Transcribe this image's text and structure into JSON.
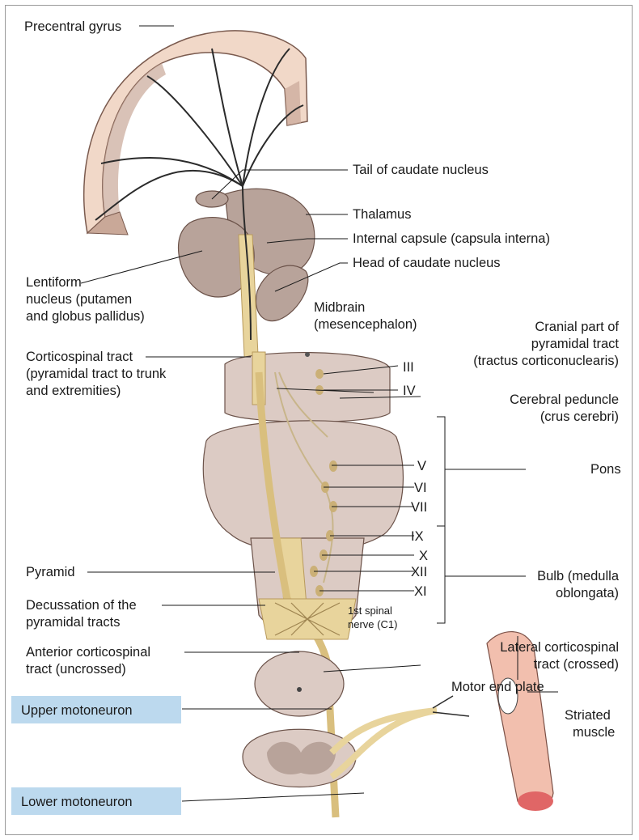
{
  "labels": {
    "precentral_gyrus": "Precentral gyrus",
    "tail_caudate": "Tail of caudate nucleus",
    "thalamus": "Thalamus",
    "internal_capsule": "Internal capsule (capsula interna)",
    "head_caudate": "Head of caudate nucleus",
    "lentiform": [
      "Lentiform",
      "nucleus (putamen",
      "and globus pallidus)"
    ],
    "midbrain": [
      "Midbrain",
      "(mesencephalon)"
    ],
    "cranial_part": [
      "Cranial part of",
      "pyramidal tract",
      "(tractus corticonuclearis)"
    ],
    "corticospinal": [
      "Corticospinal tract",
      "(pyramidal tract to trunk",
      "and extremities)"
    ],
    "cerebral_peduncle": [
      "Cerebral peduncle",
      "(crus cerebri)"
    ],
    "pons": "Pons",
    "pyramid": "Pyramid",
    "bulb": [
      "Bulb (medulla",
      "oblongata)"
    ],
    "decussation": [
      "Decussation of the",
      "pyramidal tracts"
    ],
    "first_spinal": [
      "1st spinal",
      "nerve (C1)"
    ],
    "anterior_cst": [
      "Anterior corticospinal",
      "tract (uncrossed)"
    ],
    "lateral_cst": [
      "Lateral corticospinal",
      "tract (crossed)"
    ],
    "motor_end_plate": "Motor end plate",
    "striated_muscle": [
      "Striated",
      "muscle"
    ],
    "upper_motoneuron": "Upper motoneuron",
    "lower_motoneuron": "Lower motoneuron"
  },
  "cranial_nerves": {
    "III": "III",
    "IV": "IV",
    "V": "V",
    "VI": "VI",
    "VII": "VII",
    "IX": "IX",
    "X": "X",
    "XII": "XII",
    "XI": "XI"
  },
  "colors": {
    "cortex": "#f1d8c8",
    "cortex_edge": "#7a5a4e",
    "gray_matter": "#b8a39a",
    "brainstem": "#dccbc4",
    "tract": "#e8d49c",
    "highlight_box": "#bcd9ee"
  }
}
